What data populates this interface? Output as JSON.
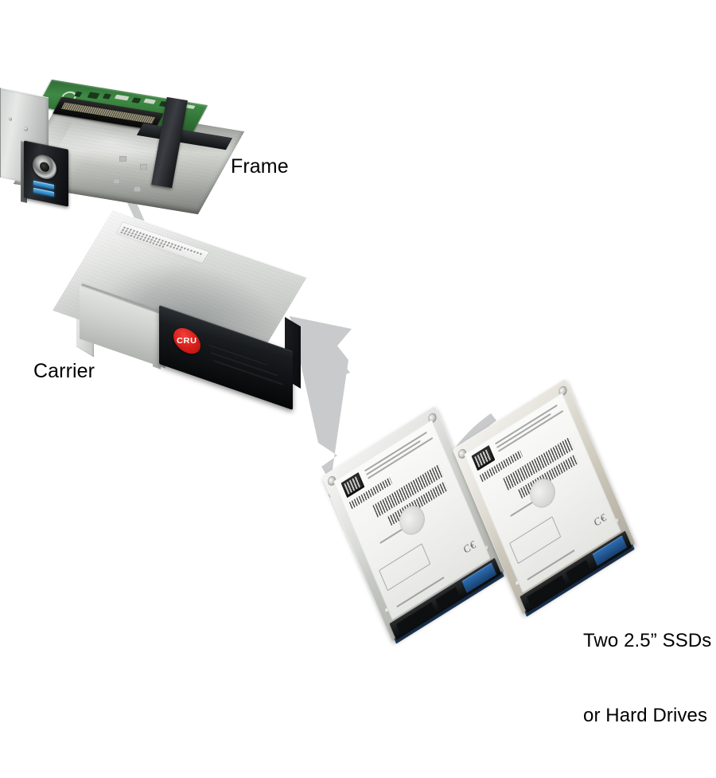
{
  "diagram": {
    "title": "CRU removable drive enclosure assembly diagram",
    "background_color": "#ffffff",
    "arrow_color": "#c9cacb"
  },
  "labels": {
    "frame": "Frame",
    "carrier": "Carrier",
    "drives_line1": "Two 2.5” SSDs",
    "drives_line2": "or Hard Drives"
  },
  "components": {
    "frame": {
      "name": "Frame",
      "description": "Open drive bay chassis with rear backplane PCB, front bezel, key lock and dual indicator LEDs",
      "body_color": "#c6c9c6",
      "pcb_color": "#2f6b34",
      "bezel_color": "#16181b",
      "led_color": "#3c96dc",
      "lock": "key-lock",
      "led_count": 2
    },
    "carrier": {
      "name": "Carrier",
      "description": "Removable silver caddy with black front face, CRU badge and ventilation slots",
      "body_color": "#c6c9c6",
      "face_color": "#15181a",
      "badge_text": "CRU",
      "badge_color": "#d81f1a",
      "vent_rows": 3,
      "top_label": "product-label"
    },
    "drives": {
      "name": "Two 2.5” SSDs or Hard Drives",
      "count": 2,
      "form_factor": "2.5”",
      "interface": "SATA",
      "body_color": "#cbcdc9",
      "label_color": "#f4f4f2",
      "connector_color": "#14161a",
      "connector_accent": "#2e6fb5",
      "cert_marks": "CE"
    }
  },
  "arrows": [
    {
      "id": "carrier-to-frame",
      "from": "Carrier",
      "to": "Frame",
      "style": "curved-tapered",
      "direction": "up-left",
      "color": "#c9cacb"
    },
    {
      "id": "drives-to-carrier",
      "from": "Two 2.5” SSDs or Hard Drives",
      "to": "Carrier",
      "style": "forked-curved-tapered",
      "direction": "up-left",
      "tails": 2,
      "color": "#c9cacb"
    }
  ]
}
